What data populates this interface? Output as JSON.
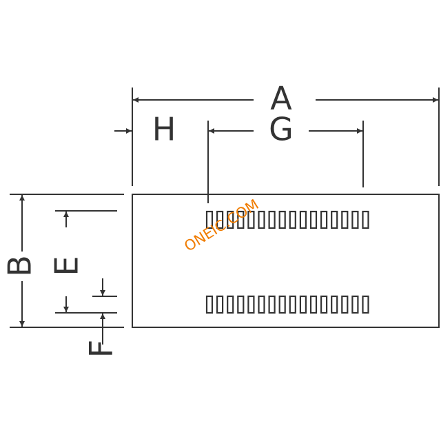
{
  "dimensions": {
    "a": "A",
    "b": "B",
    "e": "E",
    "f": "F",
    "g": "G",
    "h": "H"
  },
  "watermark": "ONEIC.COM",
  "pads": {
    "top_row_count": 16,
    "bottom_row_count": 16
  },
  "colors": {
    "line": "#333333",
    "watermark": "#f07c00",
    "background": "#ffffff"
  }
}
